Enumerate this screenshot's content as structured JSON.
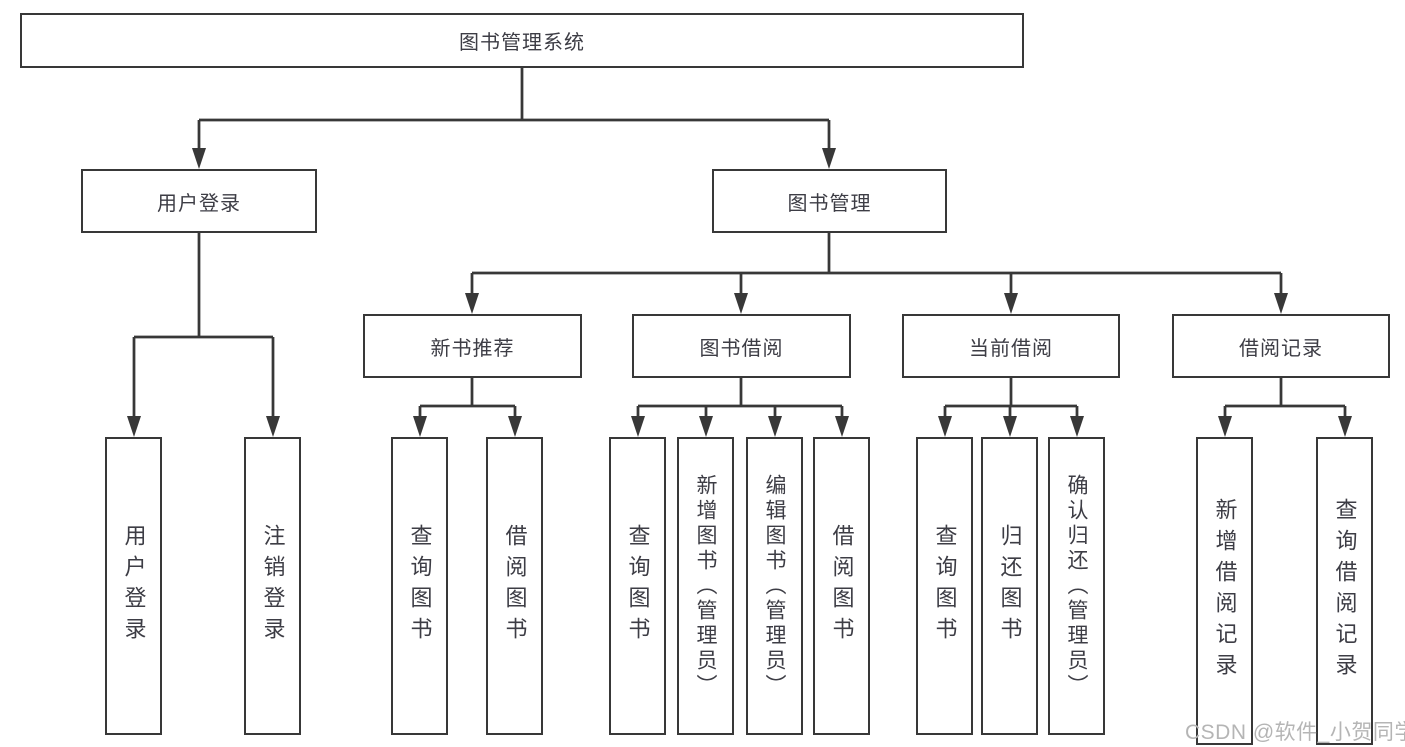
{
  "diagram": {
    "title": "图书管理系统",
    "root": "图书管理系统",
    "level2": [
      "用户登录",
      "图书管理"
    ],
    "level3": [
      "新书推荐",
      "图书借阅",
      "当前借阅",
      "借阅记录"
    ],
    "leaves": [
      "用户登录",
      "注销登录",
      "查询图书",
      "借阅图书",
      "查询图书",
      "新增图书（管理员）",
      "编辑图书（管理员）",
      "借阅图书",
      "查询图书",
      "归还图书",
      "确认归还（管理员）",
      "新增借阅记录",
      "查询借阅记录"
    ]
  },
  "watermark": "CSDN @软件_小贺同学",
  "colors": {
    "line": "#383838",
    "text": "#3d3d45",
    "background": "#ffffff",
    "watermark": "#b5b5b5"
  }
}
